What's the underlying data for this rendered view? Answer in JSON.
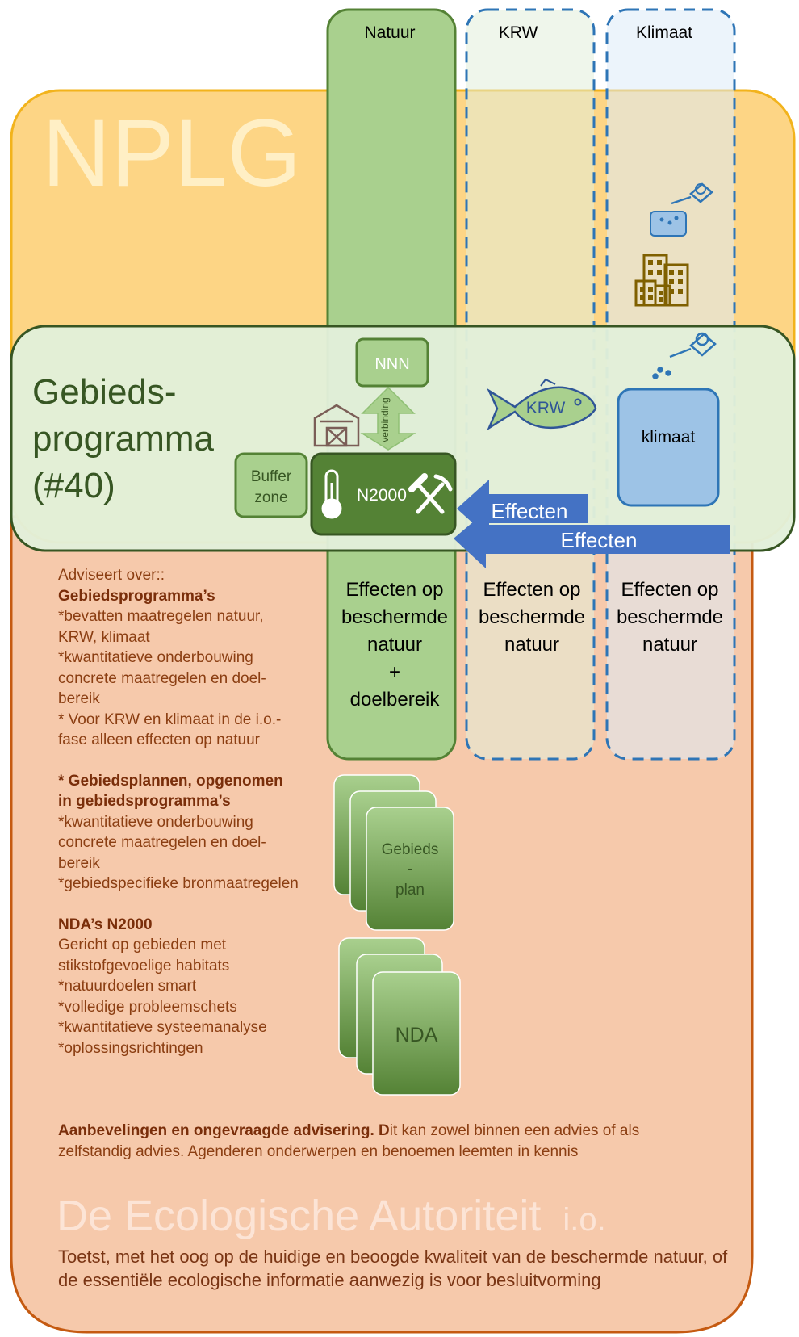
{
  "columns": {
    "natuur": "Natuur",
    "krw": "KRW",
    "klimaat": "Klimaat"
  },
  "nplg": {
    "title": "NPLG"
  },
  "gebiedsprogramma": {
    "title_line1": "Gebieds-",
    "title_line2": "programma",
    "title_line3": "(#40)",
    "nnn": "NNN",
    "verbinding": "verbinding",
    "buffer_line1": "Buffer",
    "buffer_line2": "zone",
    "n2000": "N2000",
    "krw_fish": "KRW",
    "klimaat_box": "klimaat",
    "effecten_1": "Effecten",
    "effecten_2": "Effecten"
  },
  "effects": {
    "natuur": [
      "Effecten op",
      "beschermde",
      "natuur",
      "+",
      "doelbereik"
    ],
    "krw": [
      "Effecten op",
      "beschermde",
      "natuur"
    ],
    "klimaat": [
      "Effecten op",
      "beschermde",
      "natuur"
    ]
  },
  "cards": {
    "gebiedsplan_1": "Gebieds",
    "gebiedsplan_2": "-",
    "gebiedsplan_3": "plan",
    "nda": "NDA"
  },
  "advice": {
    "intro": "Adviseert over::",
    "gp_heading": "Gebiedsprogramma’s",
    "gp_item1": "*bevatten maatregelen natuur, KRW,  klimaat",
    "gp_item2": "*kwantitatieve onderbouwing concrete maatregelen en doel-bereik",
    "gp_item3": "* Voor KRW en klimaat in de i.o.-fase alleen effecten op natuur",
    "gpl_heading": "* Gebiedsplannen, opgenomen in gebiedsprogramma’s",
    "gpl_item1": "*kwantitatieve onderbouwing concrete maatregelen en doel-bereik",
    "gpl_item2": "*gebiedspecifieke bronmaatregelen",
    "nda_heading": "NDA’s N2000",
    "nda_item1": "Gericht op gebieden met stikstofgevoelige habitats",
    "nda_item2": "*natuurdoelen smart",
    "nda_item3": "*volledige probleemschets",
    "nda_item4": "*kwantitatieve systeemanalyse",
    "nda_item5": "*oplossingsrichtingen"
  },
  "recommendation": {
    "bold": "Aanbevelingen en ongevraagde advisering. D",
    "rest": "it kan zowel binnen een advies of als zelfstandig advies. Agenderen onderwerpen en benoemen leemten in kennis"
  },
  "authority": {
    "title": "De Ecologische Autoriteit",
    "suffix": "i.o.",
    "description": "Toetst, met het oog op de huidige en beoogde kwaliteit van de beschermde natuur, of de essentiële ecologische informatie aanwezig is voor besluitvorming"
  },
  "colors": {
    "orange_panel": "#f6c9ab",
    "orange_border": "#c55a11",
    "nplg_fill": "#fdd585",
    "nplg_border": "#f2b31c",
    "gp_fill": "#e2efda",
    "gp_border": "#375623",
    "green_column": "#a9d08e",
    "green_dark": "#548235",
    "blue_border": "#2e75b6",
    "effecten_arrow": "#4472c4"
  }
}
